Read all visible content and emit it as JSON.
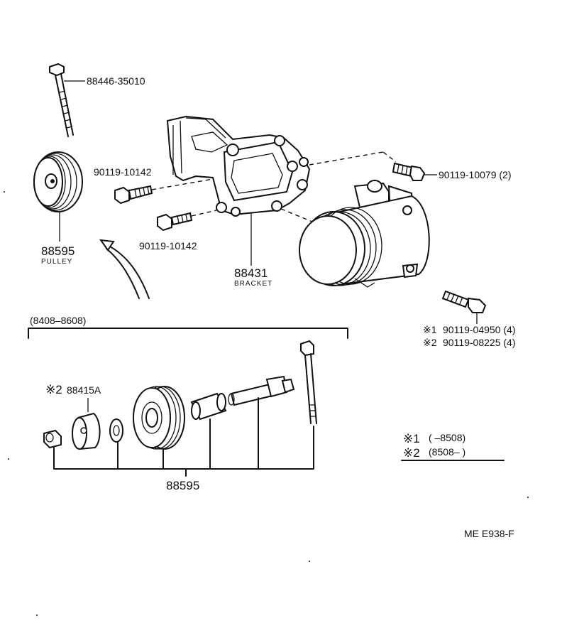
{
  "labels": {
    "bolt_top": "88446-35010",
    "bolt_left": "90119-10142",
    "bolt_lower": "90119-10142",
    "bolt_right": "90119-10079 (2)",
    "pulley_num": "88595",
    "pulley_name": "PULLEY",
    "bracket_num": "88431",
    "bracket_name": "BRACKET",
    "bolt_comp_1_mark": "※1",
    "bolt_comp_1": "90119-04950 (4)",
    "bolt_comp_2_mark": "※2",
    "bolt_comp_2": "90119-08225 (4)",
    "range": "(8408–8608)",
    "spacer_mark": "※2",
    "spacer": "88415A",
    "assembly_num": "88595"
  },
  "legend": {
    "row1_mark": "※1",
    "row1_text": "(        –8508)",
    "row2_mark": "※2",
    "row2_text": "(8508–          )"
  },
  "footer": {
    "code": "ME  E938-F"
  }
}
